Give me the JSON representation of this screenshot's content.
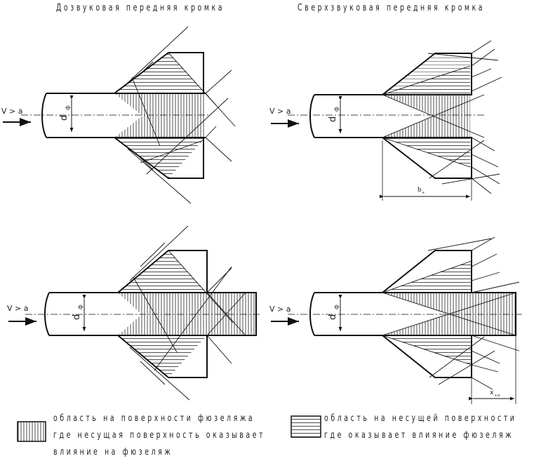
{
  "headers": {
    "subsonic": "Дозвуковая передняя кромка",
    "supersonic": "Сверхзвуковая передняя кромка"
  },
  "labels": {
    "velocity": "V > a",
    "diameter_d": "d",
    "diameter_sub": "ф",
    "chord_b": "b",
    "chord_sub": "к",
    "length_x": "x",
    "length_sub": "з.о"
  },
  "legend": {
    "vertical": {
      "line1": "область на поверхности фюзеляжа",
      "line2": "где несущая поверхность оказывает",
      "line3": "влияние на фюзеляж"
    },
    "horizontal": {
      "line1": "область на несущей поверхности",
      "line2": "где оказывает влияние фюзеляж"
    }
  }
}
